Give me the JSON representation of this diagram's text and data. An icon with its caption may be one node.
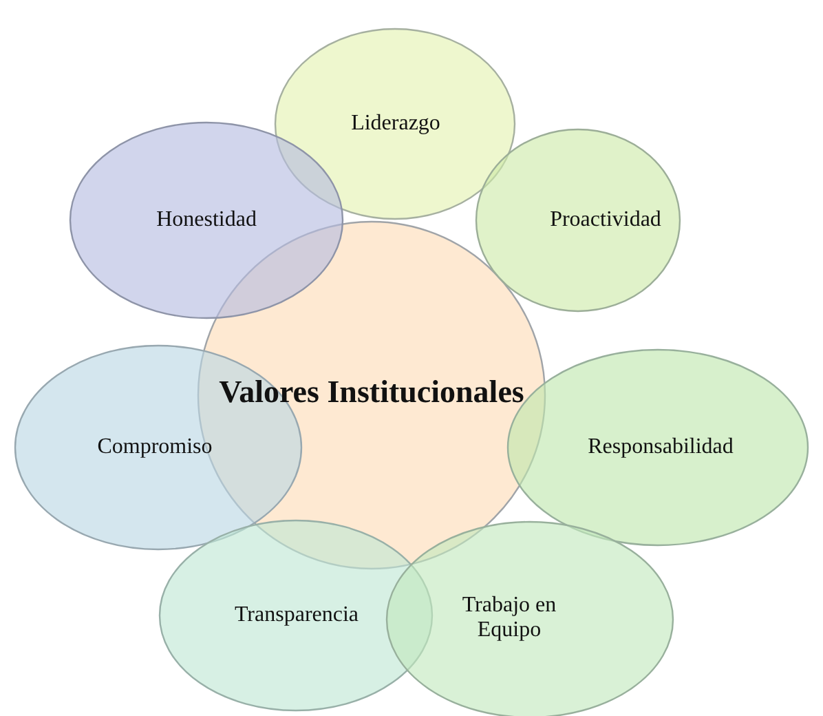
{
  "diagram": {
    "nodes": [
      {
        "text": [
          "Valores Institucionales"
        ]
      },
      {
        "text": [
          "Liderazgo"
        ]
      },
      {
        "text": [
          "Honestidad"
        ]
      },
      {
        "text": [
          "Proactividad"
        ]
      },
      {
        "text": [
          "Compromiso"
        ]
      },
      {
        "text": [
          "Responsabilidad"
        ]
      },
      {
        "text": [
          "Transparencia"
        ]
      },
      {
        "text": [
          "Trabajo en Equipo"
        ]
      }
    ]
  }
}
